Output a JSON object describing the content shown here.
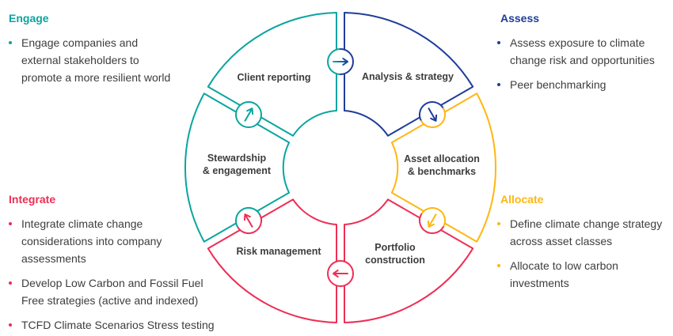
{
  "colors": {
    "teal": "#0aa5a0",
    "navy": "#1f3d99",
    "yellow": "#ffb612",
    "red": "#ee2e55",
    "text": "#3d3d3d"
  },
  "panels": {
    "engage": {
      "title": "Engage",
      "bullets": [
        "Engage companies and\nexternal stakeholders to\npromote a more resilient world"
      ]
    },
    "assess": {
      "title": "Assess",
      "bullets": [
        "Assess exposure to climate\nchange risk and opportunities",
        "Peer benchmarking"
      ]
    },
    "integrate": {
      "title": "Integrate",
      "bullets": [
        "Integrate climate change\nconsiderations into company\nassessments",
        "Develop Low Carbon and Fossil Fuel\nFree strategies (active and indexed)",
        "TCFD Climate Scenarios Stress testing"
      ]
    },
    "allocate": {
      "title": "Allocate",
      "bullets": [
        "Define climate change strategy\nacross asset classes",
        "Allocate to low carbon\ninvestments"
      ]
    }
  },
  "cycle": {
    "flow": "clockwise",
    "segments": {
      "client_reporting": {
        "label": "Client reporting",
        "color": "teal"
      },
      "analysis_strategy": {
        "label": "Analysis & strategy",
        "color": "navy"
      },
      "asset_allocation": {
        "label": "Asset allocation\n& benchmarks",
        "color": "yellow"
      },
      "portfolio_construction": {
        "label": "Portfolio\nconstruction",
        "color": "red"
      },
      "risk_management": {
        "label": "Risk management",
        "color": "red"
      },
      "stewardship_engagement": {
        "label": "Stewardship\n& engagement",
        "color": "teal"
      }
    },
    "arrows": [
      {
        "from": "client_reporting",
        "to": "analysis_strategy",
        "direction": "right"
      },
      {
        "from": "analysis_strategy",
        "to": "asset_allocation",
        "direction": "down-right"
      },
      {
        "from": "asset_allocation",
        "to": "portfolio_construction",
        "direction": "down-left"
      },
      {
        "from": "portfolio_construction",
        "to": "risk_management",
        "direction": "left"
      },
      {
        "from": "risk_management",
        "to": "stewardship_engagement",
        "direction": "up-left"
      },
      {
        "from": "stewardship_engagement",
        "to": "client_reporting",
        "direction": "up-right"
      }
    ]
  }
}
